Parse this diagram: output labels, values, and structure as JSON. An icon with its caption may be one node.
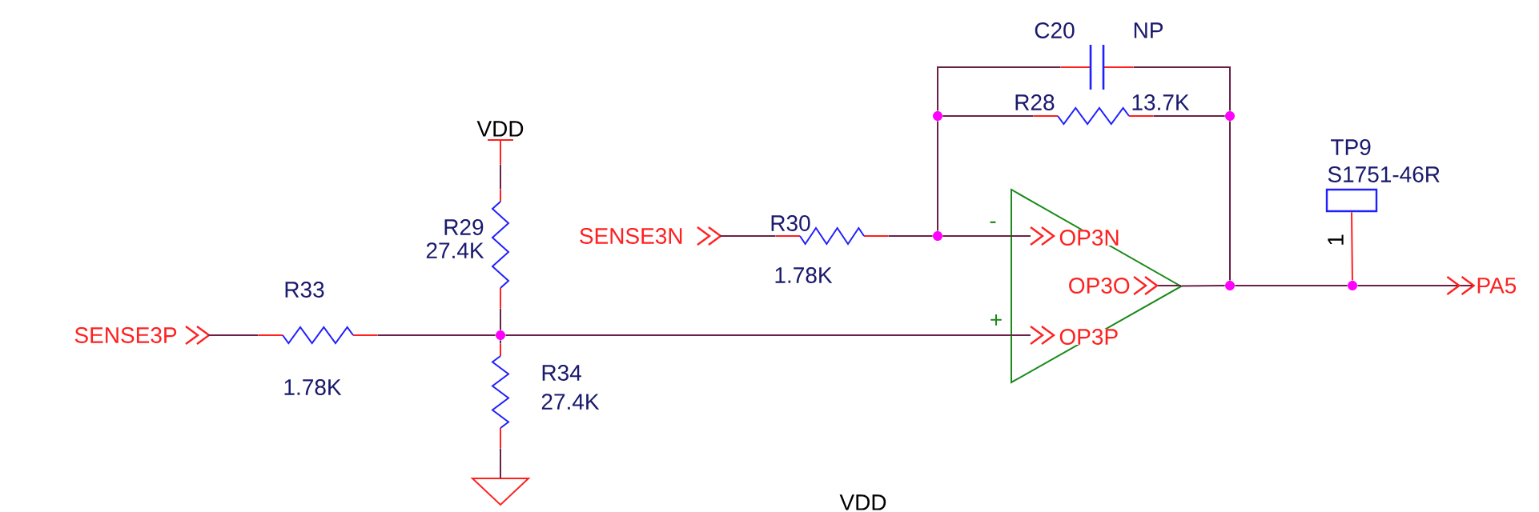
{
  "diagram": {
    "nodes": [
      {
        "text": [
          "SENSE3P"
        ]
      },
      {
        "text": [
          "R33",
          "1.78K"
        ]
      },
      {
        "text": [],
        "shape": "circle"
      },
      {
        "text": [
          "R29",
          "27.4K"
        ]
      },
      {
        "text": [
          "VDD"
        ]
      },
      {
        "text": [
          "R34",
          "27.4K"
        ]
      },
      {
        "text": [],
        "shape": "triangle"
      },
      {
        "text": [
          "SENSE3N"
        ]
      },
      {
        "text": [
          "R30",
          "1.78K"
        ]
      },
      {
        "text": [],
        "shape": "circle"
      },
      {
        "text": [],
        "shape": "circle"
      },
      {
        "text": [
          "C20",
          "NP"
        ]
      },
      {
        "text": [
          "R28",
          "13.7K"
        ]
      },
      {
        "text": [],
        "shape": "circle"
      },
      {
        "text": [
          "-",
          "OP3N",
          "OP3O",
          "+",
          "OP3P"
        ]
      },
      {
        "text": [],
        "shape": "circle"
      },
      {
        "text": [],
        "shape": "circle"
      },
      {
        "text": [
          "TP9",
          "S1751-46R"
        ],
        "beside": [
          "1"
        ]
      },
      {
        "text": [
          "PA5"
        ]
      }
    ],
    "edges": [
      {
        "from": 0,
        "to": 1,
        "arrow": "none"
      },
      {
        "from": 1,
        "to": 2,
        "arrow": "none"
      },
      {
        "from": 4,
        "to": 3,
        "arrow": "none"
      },
      {
        "from": 3,
        "to": 2,
        "arrow": "none"
      },
      {
        "from": 2,
        "to": 5,
        "arrow": "none"
      },
      {
        "from": 5,
        "to": 6,
        "arrow": "none"
      },
      {
        "from": 2,
        "to": 14,
        "arrow": "none"
      },
      {
        "from": 7,
        "to": 8,
        "arrow": "none"
      },
      {
        "from": 8,
        "to": 9,
        "arrow": "none"
      },
      {
        "from": 9,
        "to": 14,
        "arrow": "none"
      },
      {
        "from": 9,
        "to": 10,
        "arrow": "none"
      },
      {
        "from": 10,
        "to": 11,
        "arrow": "none"
      },
      {
        "from": 11,
        "to": 13,
        "arrow": "none"
      },
      {
        "from": 10,
        "to": 12,
        "arrow": "none"
      },
      {
        "from": 12,
        "to": 13,
        "arrow": "none"
      },
      {
        "from": 13,
        "to": 15,
        "arrow": "none"
      },
      {
        "from": 14,
        "to": 15,
        "arrow": "none"
      },
      {
        "from": 15,
        "to": 16,
        "arrow": "none"
      },
      {
        "from": 16,
        "to": 17,
        "arrow": "none",
        "color": "#ff2020"
      },
      {
        "from": 16,
        "to": 18,
        "arrow": "to"
      }
    ],
    "labels": [
      "VDD"
    ]
  }
}
